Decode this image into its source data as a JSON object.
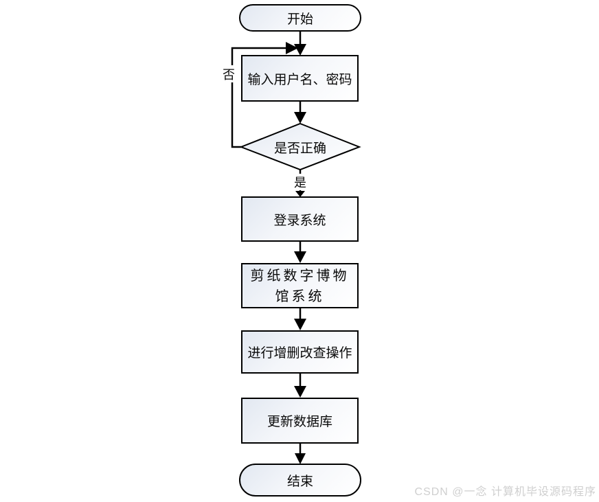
{
  "flowchart": {
    "title": "login-and-crud-flow",
    "nodes": [
      {
        "id": "start",
        "type": "terminator",
        "label": "开始"
      },
      {
        "id": "input",
        "type": "process",
        "label": "输入用户名、密码"
      },
      {
        "id": "is-correct",
        "type": "decision",
        "label": "是否正确"
      },
      {
        "id": "login-system",
        "type": "process",
        "label": "登录系统"
      },
      {
        "id": "museum-system",
        "type": "process",
        "label": "剪纸数字博物馆系统"
      },
      {
        "id": "crud-ops",
        "type": "process",
        "label": "进行增删改查操作"
      },
      {
        "id": "update-db",
        "type": "process",
        "label": "更新数据库"
      },
      {
        "id": "end",
        "type": "terminator",
        "label": "结束"
      }
    ],
    "edge_labels": {
      "yes": "是",
      "no": "否"
    },
    "edges": [
      {
        "from": "start",
        "to": "input"
      },
      {
        "from": "input",
        "to": "is-correct"
      },
      {
        "from": "is-correct",
        "to": "login-system",
        "label": "是"
      },
      {
        "from": "is-correct",
        "to": "input",
        "label": "否"
      },
      {
        "from": "login-system",
        "to": "museum-system"
      },
      {
        "from": "museum-system",
        "to": "crud-ops"
      },
      {
        "from": "crud-ops",
        "to": "update-db"
      },
      {
        "from": "update-db",
        "to": "end"
      }
    ]
  },
  "colors": {
    "node_fill_top": "#e2e8f1",
    "node_fill_bottom": "#ffffff",
    "stroke": "#000000",
    "watermark_text": "#cfcfcf"
  },
  "watermark": {
    "text": "CSDN @一念 计算机毕设源码程序"
  }
}
